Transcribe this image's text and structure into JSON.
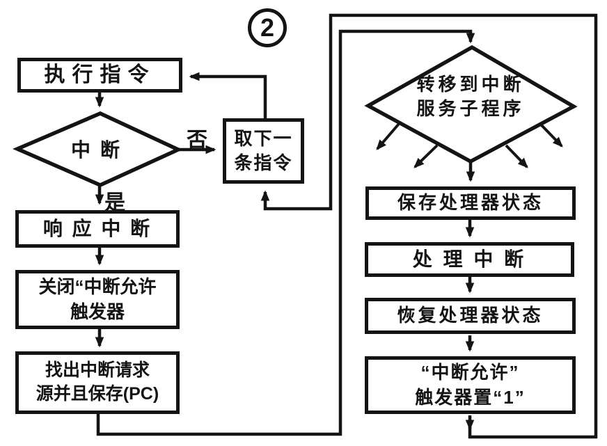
{
  "figure": {
    "badge_number": "2",
    "ink_color": "#141414",
    "paper_color": "#ffffff"
  },
  "main_loop": {
    "exec_box": {
      "label": "执行指令"
    },
    "interrupt_diamond": {
      "label": "中断",
      "no_label": "否",
      "yes_label": "是"
    },
    "fetch_box": {
      "line1": "取下一",
      "line2": "条指令"
    }
  },
  "interrupt_sequence": {
    "ack_box": {
      "label": "响 应 中 断"
    },
    "close_box": {
      "line1": "关闭“中断允许",
      "line2": "触发器"
    },
    "find_box": {
      "line1": "找出中断请求",
      "line2": "源并且保存(PC)"
    }
  },
  "service_branch": {
    "jump_diamond": {
      "line1": "转移到中断",
      "line2": "服务子程序"
    },
    "save_box": {
      "label": "保存处理器状态"
    },
    "handle_box": {
      "label": "处 理 中 断"
    },
    "restore_box": {
      "label": "恢复处理器状态"
    },
    "enable_box": {
      "line1": "“中断允许”",
      "line2": "触发器置“1”"
    }
  }
}
